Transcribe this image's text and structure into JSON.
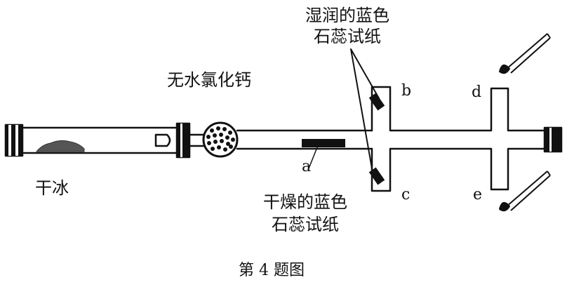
{
  "labels": {
    "wet_paper": [
      "湿润的蓝色",
      "石蕊试纸"
    ],
    "dry_paper": [
      "干燥的蓝色",
      "石蕊试纸"
    ],
    "cacl2": "无水氯化钙",
    "dry_ice": "干冰",
    "a": "a",
    "b": "b",
    "c": "c",
    "d": "d",
    "e": "e"
  },
  "caption": "第 4 题图",
  "colors": {
    "ink": "#111111",
    "background": "#ffffff"
  },
  "icons": [
    "matchstick-icon"
  ]
}
